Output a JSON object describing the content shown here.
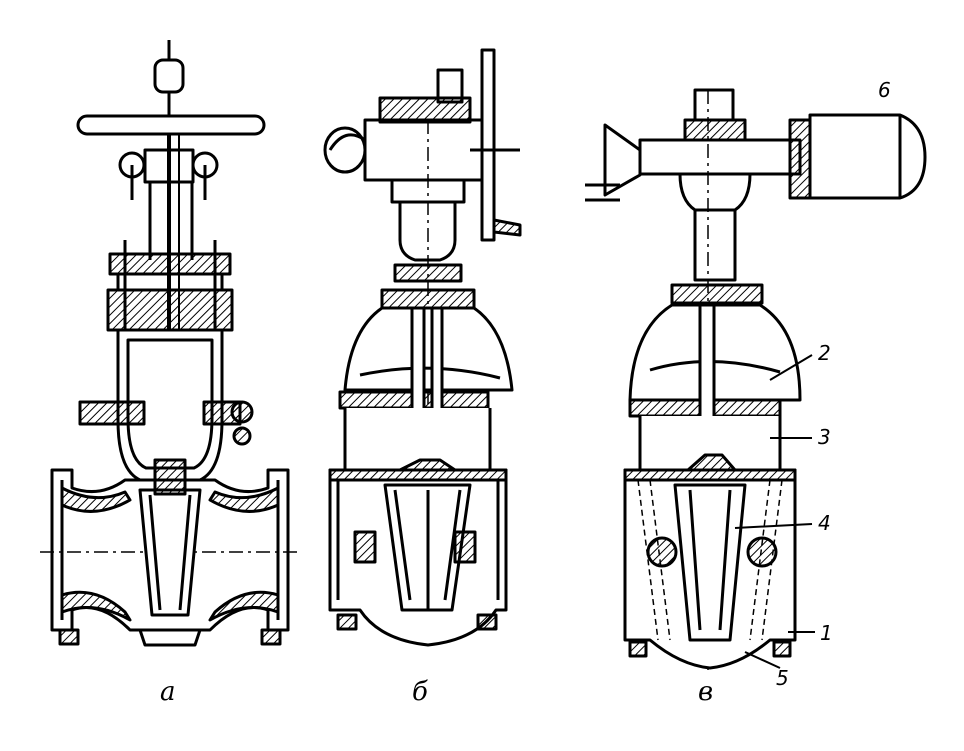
{
  "figure": {
    "panel_labels": [
      "a",
      "б",
      "в"
    ],
    "callouts": [
      "1",
      "2",
      "3",
      "4",
      "5",
      "6"
    ]
  }
}
